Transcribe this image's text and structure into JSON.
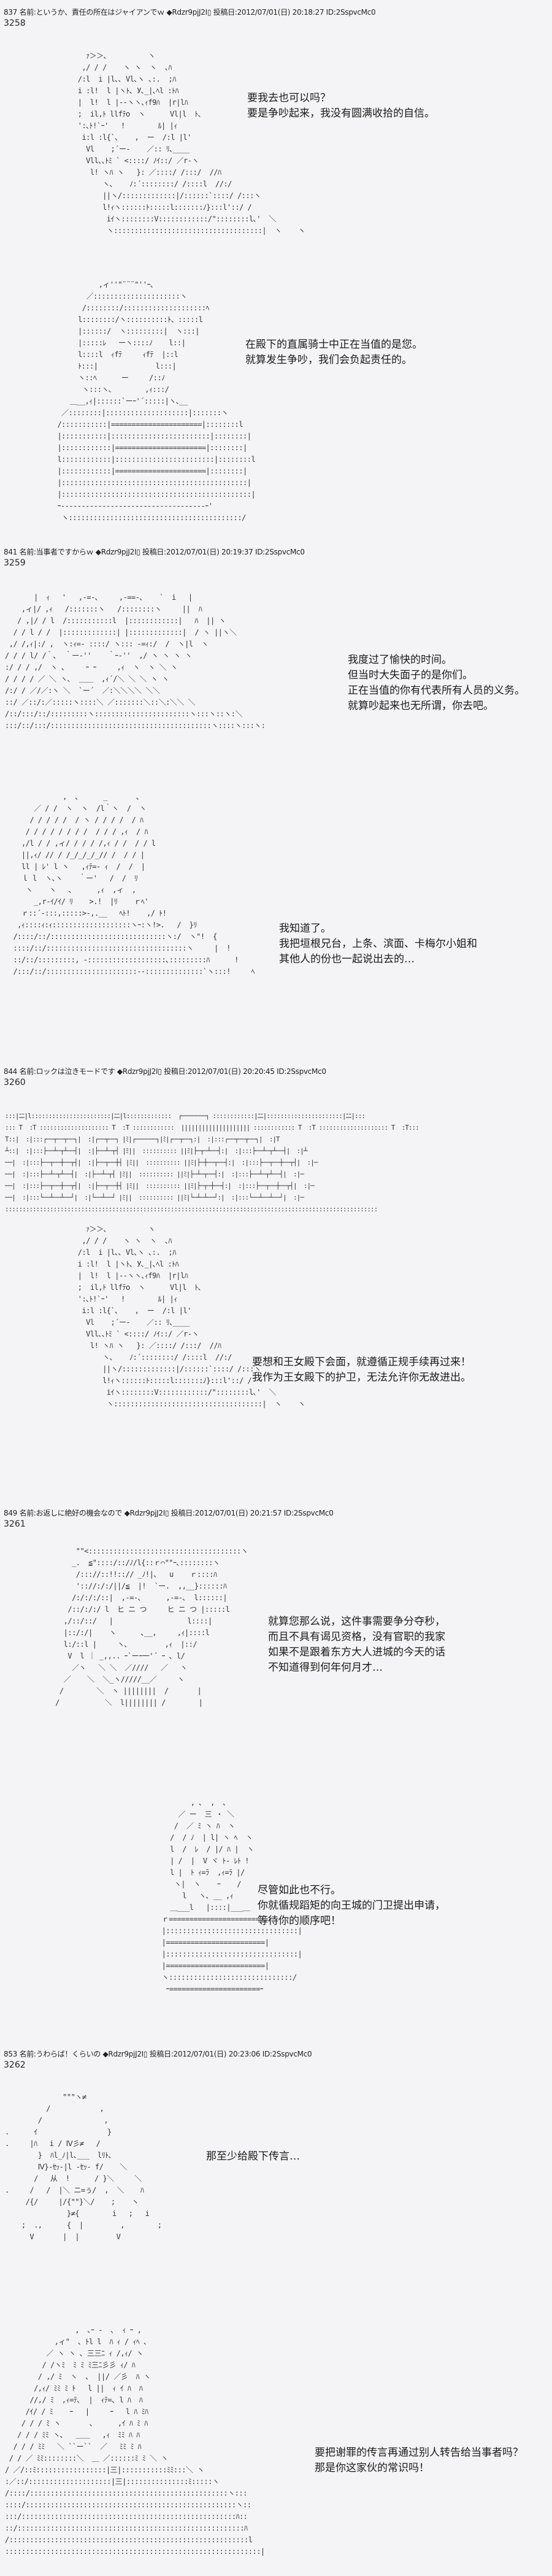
{
  "posts": [
    {
      "header": "837 名前:というか、責任の所在はジャイアンでｗ ◆Rdzr9pjJ2I▯ 投稿日:2012/07/01(日) 20:18:27 ID:2SspvcMc0",
      "number": "3258",
      "dialogues": [
        "要我去也可以吗？\n要是争吵起来，我没有圆满收拾的自信。",
        "在殿下的直属骑士中正在当值的是您。\n就算发生争吵，我们会负起责任的。"
      ],
      "art": [
        "   ｧ＞＞､          ヽ\n  ,/ / /    ヽ ヽ  ヽ  ､ﾊ\n /:l  i |l､､ Vl､ヽ ､:.  ;ﾊ\n i :l!  l |ヽﾄ､ У､_|､ﾍl :ﾄﾊ\n |  l!  l |--ヽヽ､ｨf9ﾊ  |r|lﾊ\n ;  il,ﾄ llfﾃo  ヽ      Vl|l  ﾄ､\n ':､ﾄ!`ｰ'   !        ﾙ| |ｨ\n  i:l :l{`､    ,  ー  /:l |l'\n   Vl    ;´ー-    ／:: ﾘ､____\n   Vll､､ﾄﾐ ` <::::/ ﾉｲ::/ ／r-ヽ\n    l! ヽﾊ ヽ   }: ／::::/ /:::/  //ﾊ\n       ヽ､    ﾉ:´::::::::/ /::::l  //:/\n       ||ヽ/:::::::::::::|/::::::`::::/ /:::ヽ\n       l!ｨヽ::::::ﾄ:::::l:::::::ﾉ}:::l'::/ /\n        iｲヽ::::::::V::::::::::::/\"::::::::l､'  ＼\n        ヽ::::::::::::::::::::::::::::::::::::|  ヽ    ヽ",
        "            ,ィ''\"¨¨¨\"''ｰ､\n         ／:::::::::::::::::::::ヽ\n        /::::::::/::::::::::::::::::::ﾍ\n       l::::::::/ヽ::::::::::ﾄ、:::::l\n       |::::::/  ヽ:::::::::|  ヽ:::|\n       |:::::ﾚ   ーヽ::::ﾉ    l::|\n       l::::l  ｨfﾃ     ｨfﾃ  |::l\n       ﾄ:::|              l:::|\n       ヽ::ﾍ      ー     /::ﾉ\n        ヽ:::ヽ､        ,ｨ:::/\n     ＿__,ｨ|::::::`ーｰ'´:::::|ヽ､__\n   ／::::::::|::::::::::::::::::::|:::::::ヽ\n  /:::::::::::|======================|::::::::l\n  |:::::::::::|::::::::::::::::::::::::|::::::::|\n  |::::::::::::|======================|::::::::|\n  l::::::::::::|::::::::::::::::::::::::|::::::::l\n  |::::::::::::|======================|::::::::|\n  |:::::::::::::::::::::::::::::::::::::::::::::|\n  |::::::::::::::::::::::::::::::::::::::::::::::|\n  ｰ-----------------------------------ｰ'\n   ヽ::::::::::::::::::::::::::::::::::::::::::/"
      ]
    },
    {
      "header": "841 名前:当事者ですからｗ ◆Rdzr9pjJ2I▯ 投稿日:2012/07/01(日) 20:19:37 ID:2SspvcMc0",
      "number": "3259",
      "dialogues": [
        "我度过了愉快的时间。\n但当时大失面子的是你们。\n正在当值的你有代表所有人员的义务。\n就算吵起来也无所谓，你去吧。",
        "我知道了。\n我把垣根兄台，上条、滨面、卡梅尔小姐和\n其他人的份也一起说出去的…"
      ],
      "art": [
        "       |  ｨ   '   ,-=-､     ,-==-､    `  i   |\n    ,ィ|/ ,ｨ   /:::::::ヽ   /::::::::ヽ     ||  ﾊ\n   / ,|/ / l  /:::::::::::l  |::::::::::::|   ﾊ  || ヽ\n  / / l / /  |:::::::::::::| |:::::::::::::|  / ヽ ||ヽ＼\n ,/ /,ｨ|:/ ,  ヽ:ｨ=- ::::/ ヽ::: -=ｨ:/  /  ヽ|l  ヽ\n/ / / l/ /｀､  ｀ー-''    ｀ｰ-''  ,/ ヽ ヽ ヽ ヽ\n:/ / / ,/  ヽ ､     ｰ ｰ     ,ｨ  ヽ  ヽ ＼ ヽ\n/ / / / ／ ＼ ヽ､  ＿＿  ,ｨ´/＼ ＼ ＼ ヽ ヽ\n/:/ / ／/／:ヽ ＼  `ー´  ／:＼＼＼＼ ＼＼\n::/ ／::/:／:::::ヽ::::＼ ／:::::::＼::＼:＼＼ ＼\n/::/:::/::/:::::::::ヽ:::::::::::::::::::::::ヽ:::ヽ::ヽ:＼\n:::/::/:::/:::::::::::::::::::::::::::::::::::::::ヽ::::ヽ:::ヽ:",
        "              ,  ､      _       ､\n       ／ / /  ヽ  ヽ  /l｀ヽ  /  ヽ\n      / / / / /  / ヽ / / / /  / ﾊ\n     / / / / / / / /  / / / ,ｨ  / ﾊ\n    ,/l / / ,ィ/ / / / /,ｨ / /  / / l\n    ||,ｨ/ // / /_/_/_/_// /  / / |\n    ll | ﾚ' l ヽ   ,ｨﾃ=- ｨ  /  /  |\n    ｌ l  ヽ､ヽ    ｀ー'   /  /  ﾘ\n     ヽ    ヽ   ､      ,ｨ  ,ィ  ,\n       _,r-ｲ/ｲ/ ﾘ    >.!  |ﾘ    ｒﾍ'\n    ｒ::´-:::,:::::>-,.__   ﾍﾄ!    ,/ ﾄ!\n   ,ｨ::::ｨ:ｨ:::::::::::::::::::ヽｰ:ヽ!>.   /  }ﾘ\n  /::::/::/::::::::::::::::::::::::::::ヽ:/  ヽ\"!  {\n  ::::/::/::::::::::::::::::::::::::::::::::ヽ     |  !\n  ::/::/:::::::::, -:::::::::::::::::::､:::::::::ﾊ      !\n  /:::/::/::::::::::::::::::::::--::::::::::::::`ヽ:::!     ﾍ"
      ]
    },
    {
      "header": "844 名前:ロックは泣きモードです ◆Rdzr9pjJ2I▯ 投稿日:2012/07/01(日) 20:20:45 ID:2SspvcMc0",
      "number": "3260",
      "dialogues": [
        "要想和王女殿下会面，就遵循正规手续再过来！\n我作为王女殿下的护卫，无法允许你无故进出。"
      ],
      "art": [
        ":::|ﾆﾆ|l:::::::::::::::::::::::|ﾆﾆ|l:::::::::::::  ┌───────┐ ::::::::::::|ﾆﾆ|::::::::::::::::::::::|ﾆﾆ|:::\n::: T  :T :::::::::::::::::::: T  :T ::::::::::::  |||||||||||||||||||| :::::::::::: T  :T :::::::::::::::::::: T  :T:::\nT::|  :|:::┌──┬──┬──┐|  :|┌──┬──┐ |ﾐ|┌──────┐|ﾐ|┌──┬──┐:|  :|:::┌──┬──┬──┐|  :|T\n┴::|  :|:::├──┴─┬┴──┤|  :|├──┴─┬┤ |ﾐ||  :::::::::: ||ﾐ|├─┬─┴──┤:|  :|:::├──┴─┬┴──┤|  :|┴\n──|  :|:::├──┬──┼──┬┤|  :|├──┬──┼┤ |ﾐ||  :::::::::: ||ﾐ|├─┼──┬──┤:|  :|:::├──┬──┼──┬┤|  :|─\n──|  :|:::├──┴─┬┴──┤|  :|├──┴─┬┤ |ﾐ||  :::::::::: ||ﾐ|├─┴─┬──┤:|  :|:::├──┴─┬┴──┤|  :|─\n──|  :|:::├──┬──┼──┬┤|  :|├──┬──┼┤ |ﾐ||  :::::::::: ||ﾐ|├─┬─┼──┤:|  :|:::├──┬──┼──┬┤|  :|─\n──|  :|:::└──┴──┴──┘|  :|└──┴──┘ |ﾐ||  :::::::::: ||ﾐ|└─┴─┴──┘:|  :|:::└──┴──┴──┘|  :|─\n::::::::::::::::::::::::::::::::::::::::::::::::::::::::::::::::::::::::::::::::::::::::::::::::::::::::::::",
        "   ｧ＞＞､          ヽ\n  ,/ / /    ヽ ヽ  ヽ  ､ﾊ\n /:l  i |l､､ Vl､ヽ ､:.  ;ﾊ\n i :l!  l |ヽﾄ､ У､_|､ﾍl :ﾄﾊ\n |  l!  l |--ヽヽ､ｨf9ﾊ  |r|lﾊ\n ;  il,ﾄ llfﾃo  ヽ      Vl|l  ﾄ､\n ':､ﾄ!`ｰ'   !        ﾙ| |ｨ\n  i:l :l{`､    ,  ー  /:l |l'\n   Vl    ;´ー-    ／:: ﾘ､____\n   Vll､､ﾄﾐ ` <::::/ ﾉｲ::/ ／r-ヽ\n    l! ヽﾊ ヽ   }: ／::::/ /:::/  //ﾊ\n       ヽ､    ﾉ:´::::::::/ /::::l  //:/\n       ||ヽ/:::::::::::::|/::::::`::::/ /:::ヽ\n       l!ｨヽ::::::ﾄ:::::l:::::::ﾉ}:::l'::/ /\n        iｲヽ::::::::V::::::::::::/\"::::::::l､'  ＼\n        ヽ::::::::::::::::::::::::::::::::::::|  ヽ    ヽ"
      ]
    },
    {
      "header": "849 名前:お返しに絶好の機会なので ◆Rdzr9pjJ2I▯ 投稿日:2012/07/01(日) 20:21:57 ID:2SspvcMc0",
      "number": "3261",
      "dialogues": [
        "就算您那么说，这件事需要争分夺秒，\n而且不具有谒见资格，没有官职的我家\n如果不是跟着东方大人进城的今天的话\n不知道得到何年何月才…",
        "尽管如此也不行。\n你就循规蹈矩的向王城的门卫提出申请，\n等待你的顺序吧！"
      ],
      "art": [
        "        \"\"<:::::::::::::::::::::::::::::::::::::ヽ\n       _.  ≦\"::::/::/ﾉ/l{::ｒ⌒\"\"ｰ､::::::::ヽ\n        /::://::!!::// _ﾉ!|､   u    ｒ::::ﾊ\n        ':://:/:/||/≦  |!  `ー.  ,,__}::::::ﾊ\n       /:/:/:/::|  ,-=-､      ,-=-､  l::::::|\n      /::/:/:/ l  ヒ ニ つ     ヒ ニ つ |:::::l\n     ,/::/::/   |                  l::::|\n     |::/:/|    ヽ      ､__,     ,ｨ|::::l\n     l:/::l |     ヽ､         ,ｨ  |::/\n      V  l ｜ _,,.. ｰ`ーｰ一'´ ｰ ､ l/\n       ／ヽ   ＼ ＼  ／////   ／   ヽ\n     ／    ＼  ＼_ヽ/////__／     ヽ\n    /        ＼  ヽ ||||||||  /       |\n   /           ＼  l|||||||| /        |",
        "            , ､  ,  ､\n         ／ ー  三 ・ ＼\n        /  ／ ﾐ ヽ ﾊ  ヽ\n       /  / ﾉ  | l| ヽ ﾍ  ヽ\n       l  /  ﾚ  / |/ ﾊ |  ヽ\n       | /  |  V ヾ ﾄ- ﾚﾄ !\n       l |  ﾄ ｨ=ﾗ  ,ｨ=ﾗ |/\n        ヽ|  ヽ    ｰ    /\n          l   ヽ､ __ ,ｨ\n       ＿___l   |::::|___＿\n     ｒ========================ｧ\n     |::::::::::::::::::::::::::::::::|\n     |========================|\n     |::::::::::::::::::::::::::::::::|\n     |========================|\n     ヽ::::::::::::::::::::::::::::::/\n      ｰ======================ｰ"
      ]
    },
    {
      "header": "853 名前:うわらば！くらいの ◆Rdzr9pjJ2I▯ 投稿日:2012/07/01(日) 20:23:06 ID:2SspvcMc0",
      "number": "3262",
      "dialogues": [
        "那至少给殿下传言…",
        "要把谢罪的传言再通过别人转告给当事者吗？\n那是你这家伙的常识吗！"
      ],
      "art": [
        "              \"\"\"ヽ≠\n          /            ,\n        /               ,\n.      ｲ                 }\n.     |ﾊ   i / Ⅳ彡≠   /\n        }  ﾊl_ﾉ|l､___  lﾘﾄ､\n        Ⅳ}-ｾｯ-|l -ｾｯ- f/    ＼\n       /   从  !      / }＼     ＼\n.     /   /  |＼ ニ=ぅ/  ,  ＼    ﾊ\n     /{/     |/{\"\"}＼/    ;    ヽ\n               }≠{        i   ;   i\n    ;  .,      {  |         ,        ;\n      V       |  |         V",
        "                 ,  ､ｰ -  ､  ｨ ｰ ,\n            ,ィ\"  ､ ﾄl l  ﾊ ｨ / ｨﾍ ､\n          ／ ヽ ヽ ､ 三三ﾆ ｨ /,ｨ/ ヽ\n         / /ヽﾐ  ﾐ ﾐ ﾐ三ﾆ彡彡 ｨ/ ﾊ\n        / ,/ ﾐ  ヽ  ､  ||/ ／彡  ﾊ ヽ\n       /,ｨ/ ﾐﾐ ﾐ ﾄ   l ||  ｨ ｲ ﾊ  ﾊ\n      //,/ ﾐ  ,ｨ=ﾃ､  |  ｨﾃ=､ l ﾊ  ﾊ\n     /ｲ/ / ﾐ    ｰ   |     ｰ   l ﾊ ﾐﾊ\n    / / / ﾐ ヽ       ､      ,ｲ ﾊ ﾐ ﾊ\n   / / / ﾐﾐ ヽ､   ＿＿   ,ｨ  ﾐﾐ ﾊ ﾊ\n  / / / ﾐﾐ   ＼ ``ー``  ／   ﾐﾐ ﾐ ﾊ\n / / ／ ﾐﾐ::::::::＼  ＿ ／::::::ﾐ ﾐ ＼ ヽ\n/ ／/::ﾐ:::::::::::::::::|三|:::::::::::ﾐﾐ:::＼ ヽ\n:／::/::::::::::::::::::::|三|:::::::::::::::ﾐ:::::ヽ\n/::::/::::::::::::::::::::::::::::::::::::::::::::::::ヽ:::\n::::/:::::::::::::::::::::::::::::::::::::::::::::::::::ヽ::\n:::/::::::::::::::::::::::::::::::::::::::::::::::::::::ﾊ::\n::/:::::::::::::::::::::::::::::::::::::::::::::::::::::::ﾊ\n/::::::::::::::::::::::::::::::::::::::::::::::::::::::::::l\n::::::::::::::::::::::::::::::::::::::::::::::::::::::::::::::|"
      ]
    }
  ]
}
